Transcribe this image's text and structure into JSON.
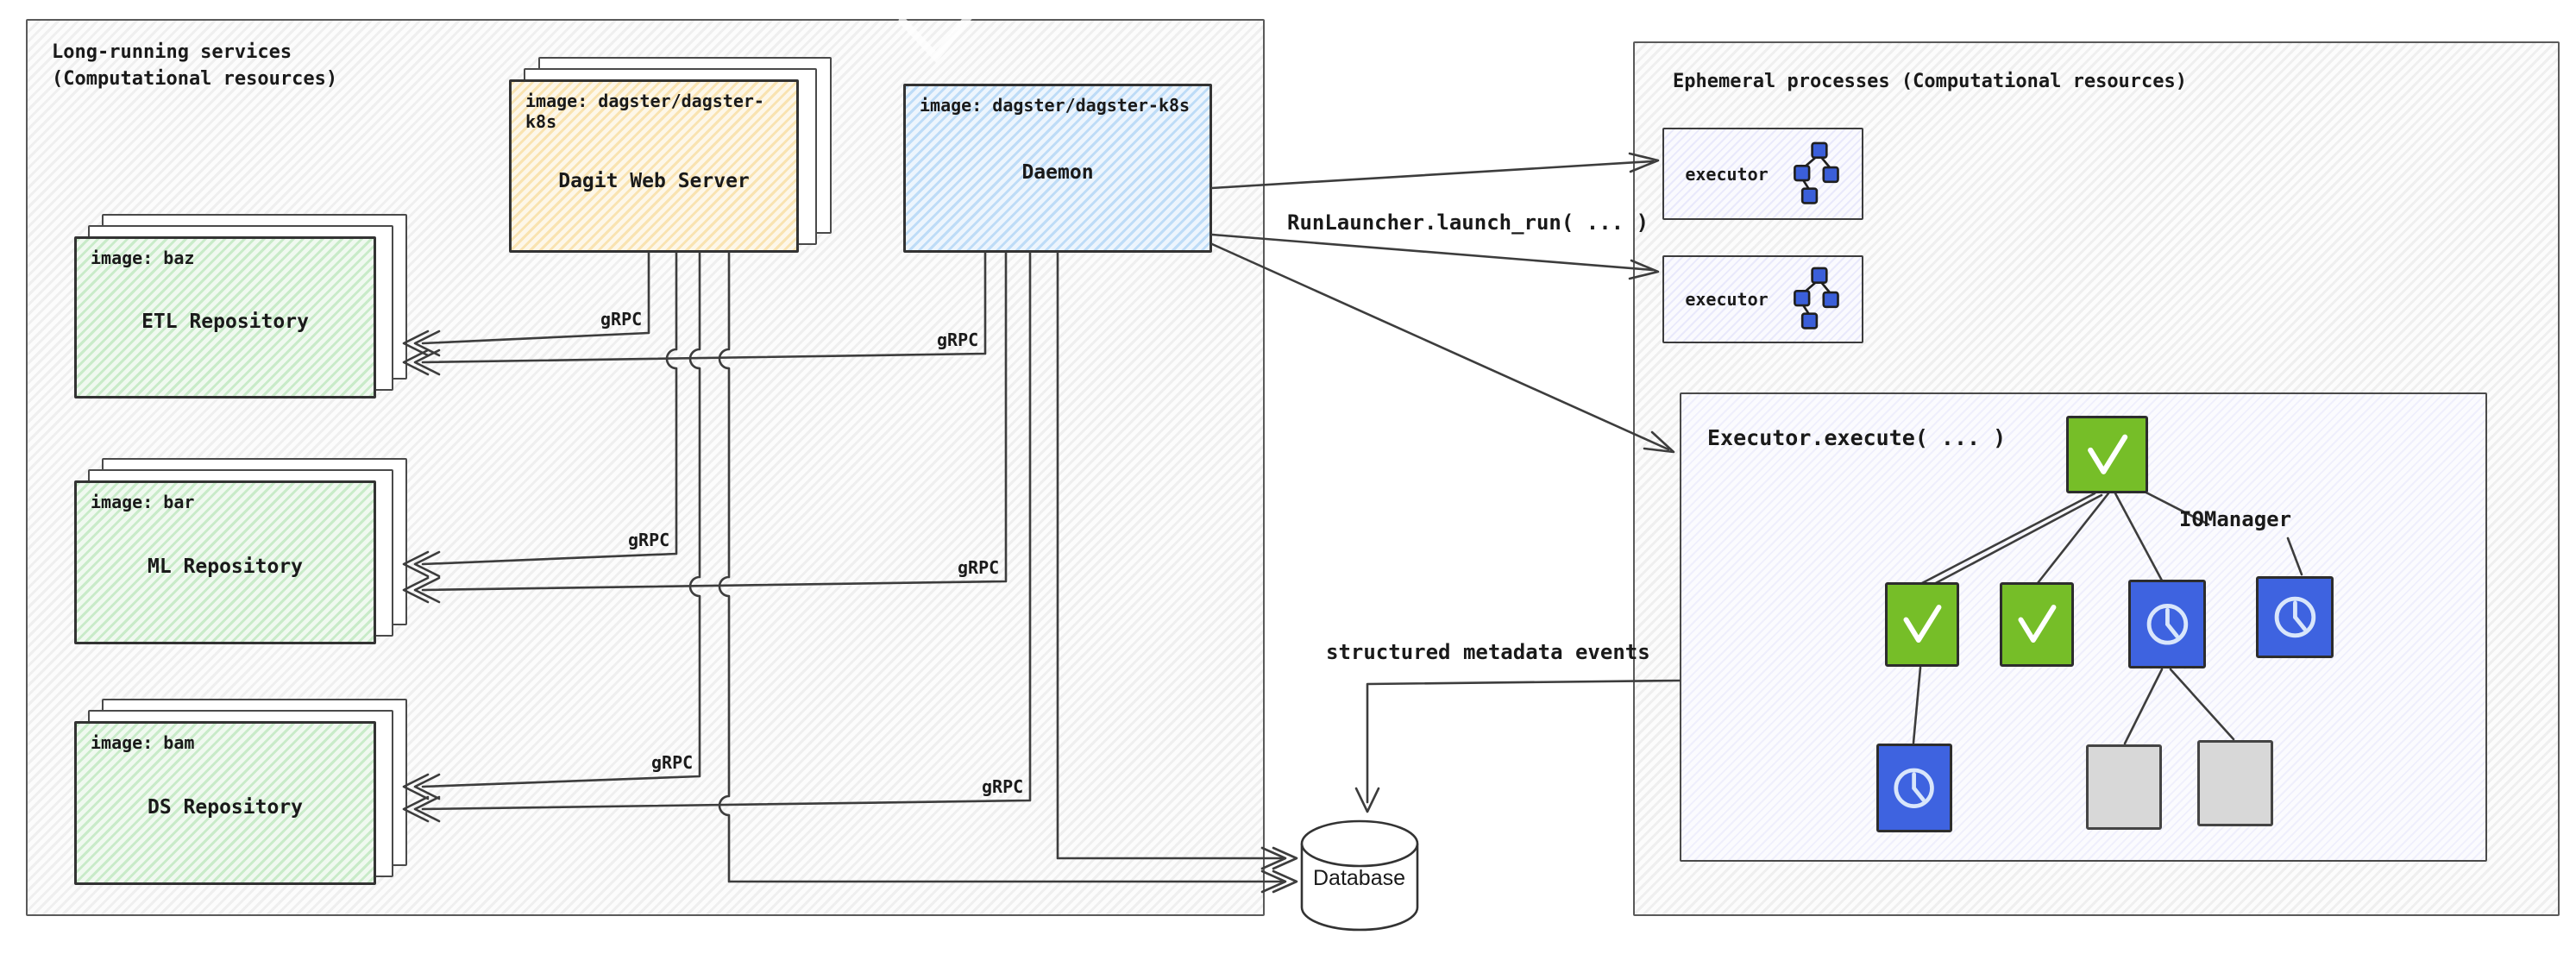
{
  "left_panel": {
    "title": "Long-running services\n(Computational resources)",
    "dagit": {
      "image_label": "image: dagster/dagster-k8s",
      "name": "Dagit Web Server"
    },
    "daemon": {
      "image_label": "image: dagster/dagster-k8s",
      "name": "Daemon"
    },
    "repositories": [
      {
        "image_label": "image: baz",
        "name": "ETL Repository"
      },
      {
        "image_label": "image: bar",
        "name": "ML Repository"
      },
      {
        "image_label": "image: bam",
        "name": "DS Repository"
      }
    ]
  },
  "right_panel": {
    "title": "Ephemeral processes (Computational resources)",
    "executors": [
      {
        "label": "executor"
      },
      {
        "label": "executor"
      }
    ],
    "executor_container": {
      "title": "Executor.execute( ... )",
      "iomanager_label": "IOManager",
      "dag_node_states": {
        "top": "success",
        "row2": [
          "success",
          "success",
          "running",
          "running"
        ],
        "row3": [
          "running",
          "pending",
          "pending"
        ]
      }
    }
  },
  "connections": {
    "grpc_label": "gRPC",
    "run_launcher_label": "RunLauncher.launch_run( ... )",
    "metadata_events_label": "structured metadata events"
  },
  "database": {
    "label": "Database"
  },
  "colors": {
    "success_green": "#76BE28",
    "running_blue": "#3E63E0",
    "pending_gray": "#D8D8D8",
    "dagit_box_tint": "#F9E3B1",
    "daemon_box_tint": "#BEDCF7",
    "repository_box_tint": "#C9EBC9",
    "executor_box_tint": "#E9E9FB",
    "connector": "#3D3D3D"
  }
}
